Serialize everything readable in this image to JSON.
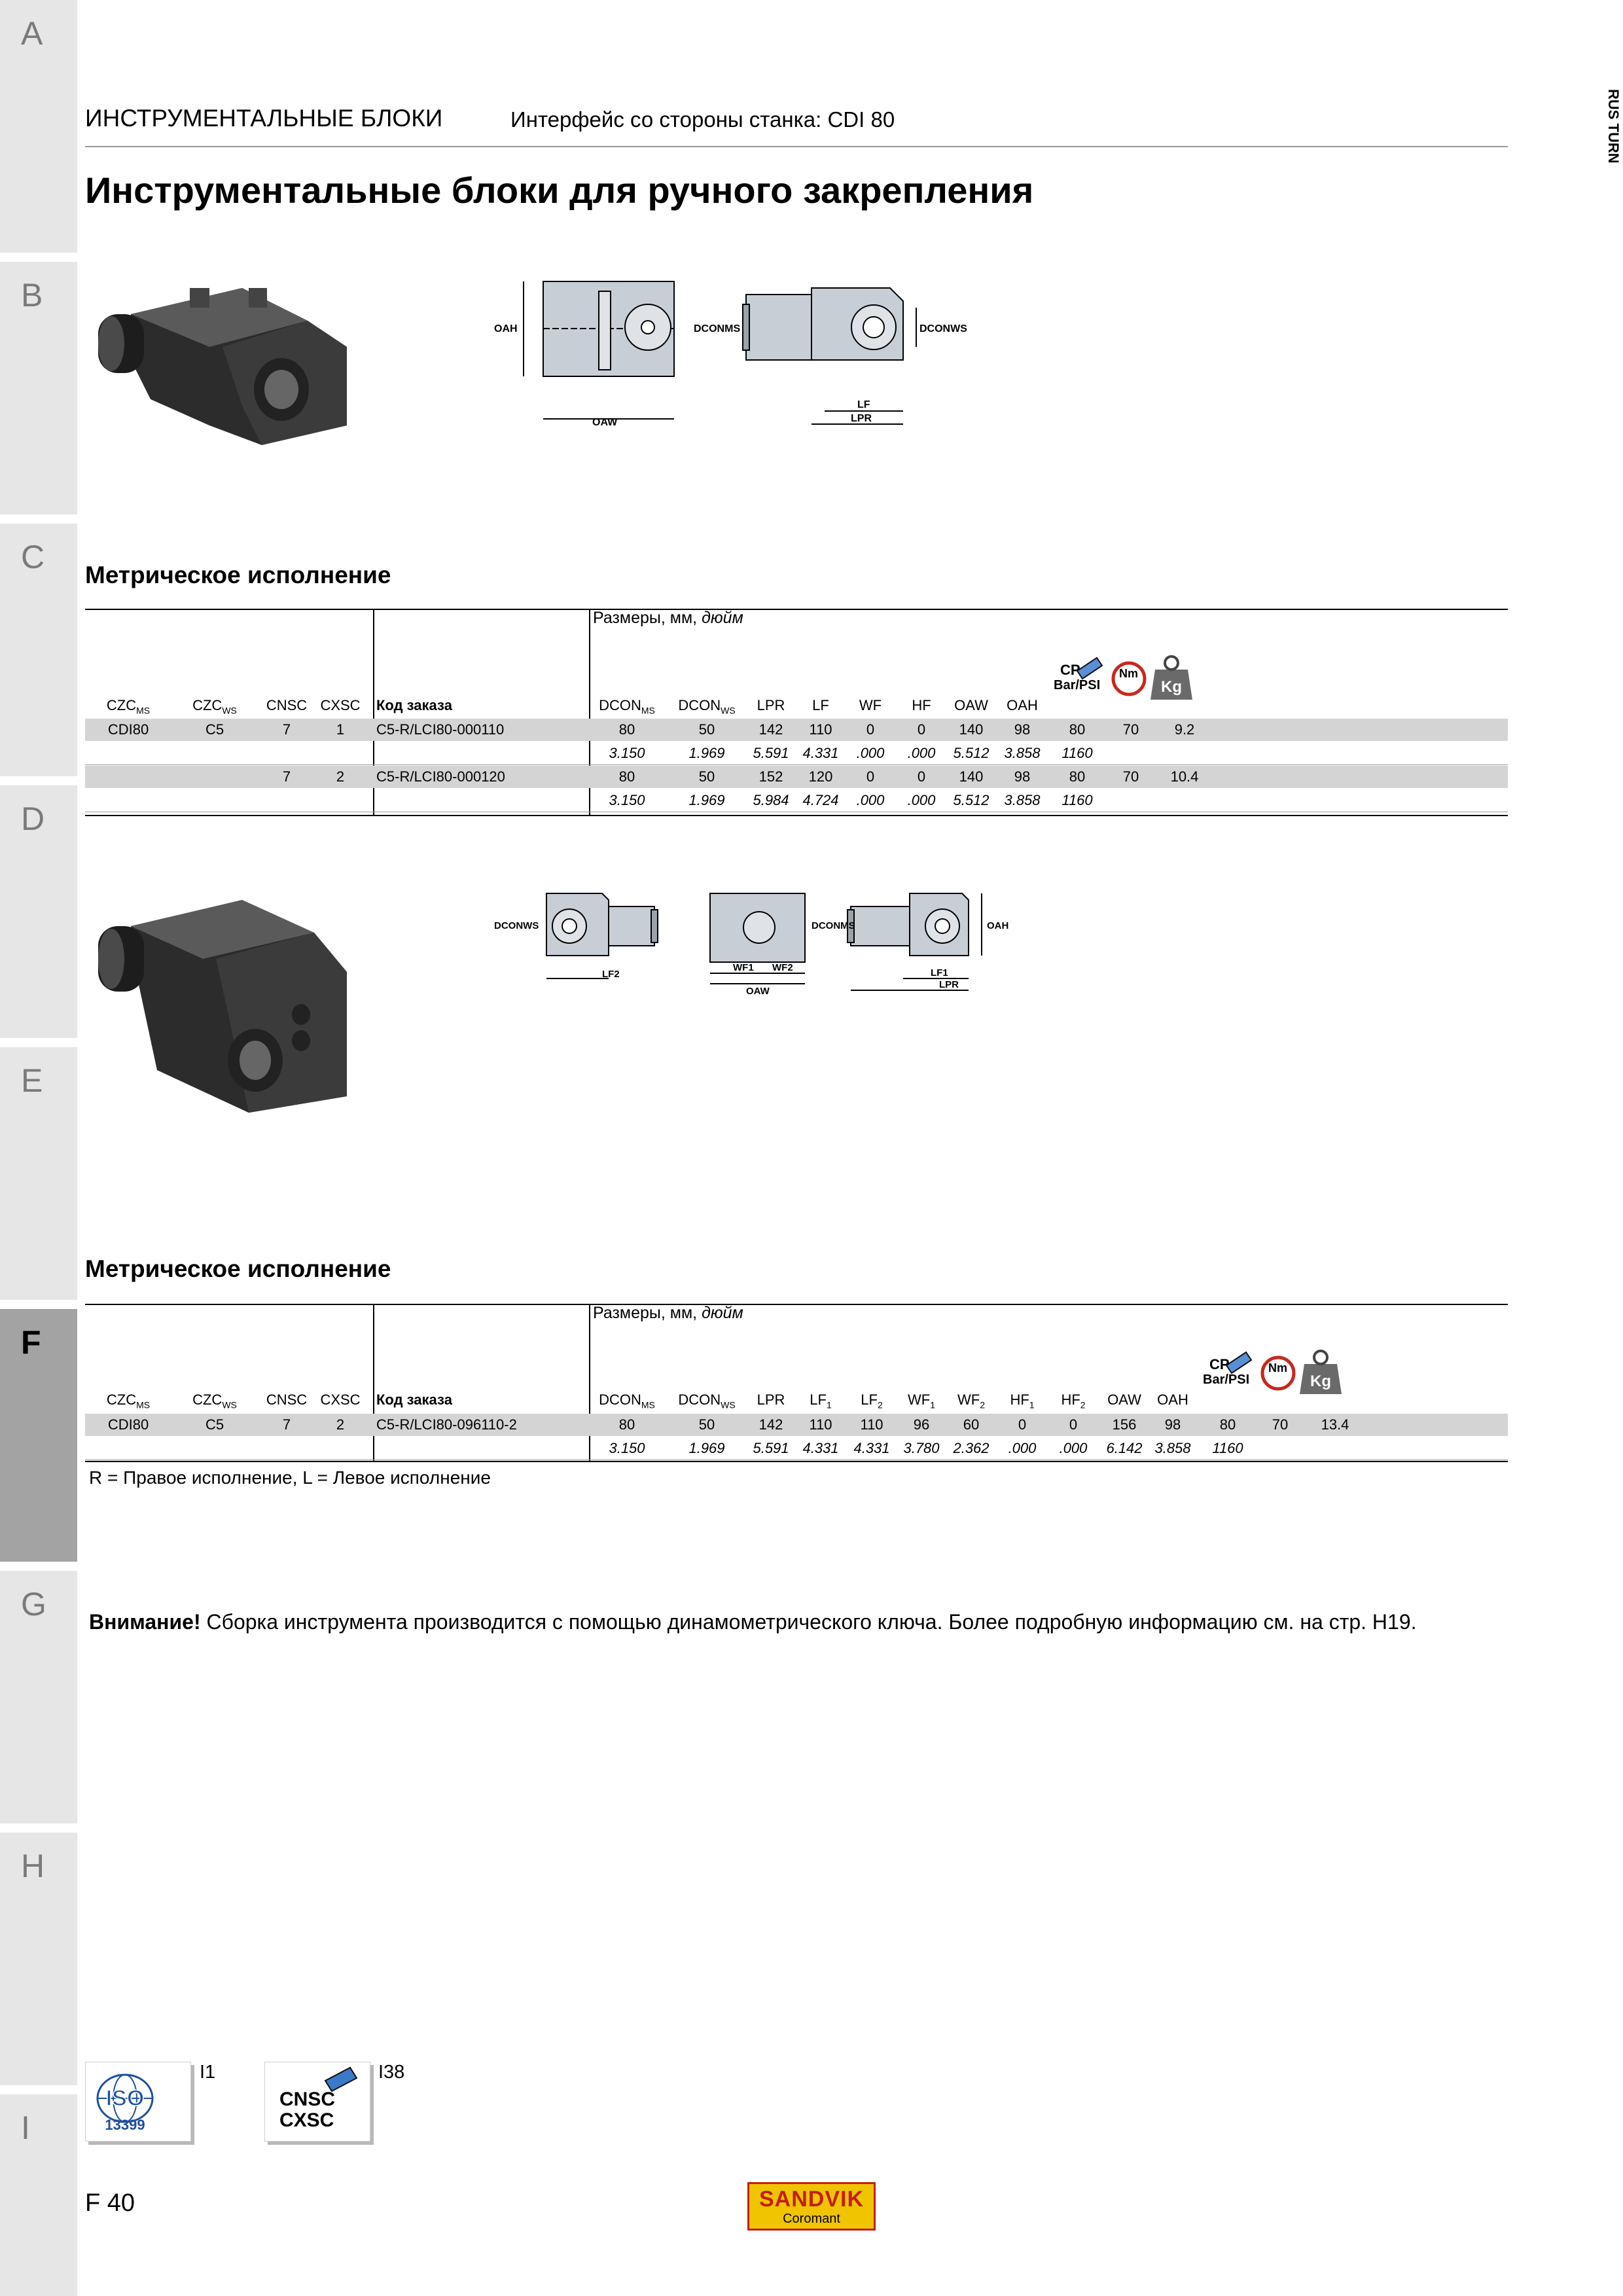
{
  "side_tabs": [
    {
      "letter": "A",
      "active": false
    },
    {
      "letter": "B",
      "active": false
    },
    {
      "letter": "C",
      "active": false
    },
    {
      "letter": "D",
      "active": false
    },
    {
      "letter": "E",
      "active": false
    },
    {
      "letter": "F",
      "active": true
    },
    {
      "letter": "G",
      "active": false
    },
    {
      "letter": "H",
      "active": false
    },
    {
      "letter": "I",
      "active": false
    }
  ],
  "header": {
    "section": "ИНСТРУМЕНТАЛЬНЫЕ БЛОКИ",
    "interface": "Интерфейс со стороны станка: CDI 80",
    "vertical_tag": "RUS TURN"
  },
  "title": "Инструментальные блоки для ручного закрепления",
  "drawing1_labels": {
    "oah": "OAH",
    "oaw": "OAW",
    "dcon_ms": "DCONMS",
    "dcon_ws": "DCONWS",
    "lf": "LF",
    "lpr": "LPR"
  },
  "drawing2_labels": {
    "dcon_ws": "DCONWS",
    "lf2": "LF2",
    "wf1": "WF1",
    "wf2": "WF2",
    "oaw": "OAW",
    "dcon_ms": "DCONMS",
    "lf1": "LF1",
    "lpr": "LPR",
    "oah": "OAH"
  },
  "table1": {
    "section_title": "Метрическое исполнение",
    "dim_caption_plain": "Размеры, мм, ",
    "dim_caption_italic": "дюйм",
    "icon_cp_top": "CP",
    "icon_cp_bottom": "Bar/PSI",
    "icon_nm": "Nm",
    "icon_kg": "Kg",
    "headers": [
      {
        "main": "CZC",
        "sub": "MS"
      },
      {
        "main": "CZC",
        "sub": "WS"
      },
      {
        "main": "CNSC",
        "sub": ""
      },
      {
        "main": "CXSC",
        "sub": ""
      },
      {
        "main": "Код заказа",
        "sub": ""
      },
      {
        "main": "DCON",
        "sub": "MS"
      },
      {
        "main": "DCON",
        "sub": "WS"
      },
      {
        "main": "LPR",
        "sub": ""
      },
      {
        "main": "LF",
        "sub": ""
      },
      {
        "main": "WF",
        "sub": ""
      },
      {
        "main": "HF",
        "sub": ""
      },
      {
        "main": "OAW",
        "sub": ""
      },
      {
        "main": "OAH",
        "sub": ""
      }
    ],
    "rows": [
      {
        "metric": [
          "CDI80",
          "C5",
          "7",
          "1",
          "C5-R/LCI80-000110",
          "80",
          "50",
          "142",
          "110",
          "0",
          "0",
          "140",
          "98",
          "80",
          "70",
          "9.2"
        ],
        "inch": [
          "3.150",
          "1.969",
          "5.591",
          "4.331",
          ".000",
          ".000",
          "5.512",
          "3.858",
          "1160"
        ]
      },
      {
        "metric": [
          "",
          "",
          "7",
          "2",
          "C5-R/LCI80-000120",
          "80",
          "50",
          "152",
          "120",
          "0",
          "0",
          "140",
          "98",
          "80",
          "70",
          "10.4"
        ],
        "inch": [
          "3.150",
          "1.969",
          "5.984",
          "4.724",
          ".000",
          ".000",
          "5.512",
          "3.858",
          "1160"
        ]
      }
    ]
  },
  "table2": {
    "section_title": "Метрическое исполнение",
    "dim_caption_plain": "Размеры, мм, ",
    "dim_caption_italic": "дюйм",
    "icon_cp_top": "CP",
    "icon_cp_bottom": "Bar/PSI",
    "icon_nm": "Nm",
    "icon_kg": "Kg",
    "headers": [
      {
        "main": "CZC",
        "sub": "MS"
      },
      {
        "main": "CZC",
        "sub": "WS"
      },
      {
        "main": "CNSC",
        "sub": ""
      },
      {
        "main": "CXSC",
        "sub": ""
      },
      {
        "main": "Код заказа",
        "sub": ""
      },
      {
        "main": "DCON",
        "sub": "MS"
      },
      {
        "main": "DCON",
        "sub": "WS"
      },
      {
        "main": "LPR",
        "sub": ""
      },
      {
        "main": "LF",
        "sub": "1"
      },
      {
        "main": "LF",
        "sub": "2"
      },
      {
        "main": "WF",
        "sub": "1"
      },
      {
        "main": "WF",
        "sub": "2"
      },
      {
        "main": "HF",
        "sub": "1"
      },
      {
        "main": "HF",
        "sub": "2"
      },
      {
        "main": "OAW",
        "sub": ""
      },
      {
        "main": "OAH",
        "sub": ""
      }
    ],
    "rows": [
      {
        "metric": [
          "CDI80",
          "C5",
          "7",
          "2",
          "C5-R/LCI80-096110-2",
          "80",
          "50",
          "142",
          "110",
          "110",
          "96",
          "60",
          "0",
          "0",
          "156",
          "98",
          "80",
          "70",
          "13.4"
        ],
        "inch": [
          "3.150",
          "1.969",
          "5.591",
          "4.331",
          "4.331",
          "3.780",
          "2.362",
          ".000",
          ".000",
          "6.142",
          "3.858",
          "1160"
        ]
      }
    ]
  },
  "legend_note": "R = Правое исполнение, L = Левое исполнение",
  "attention": {
    "bold": "Внимание!",
    "text": " Сборка инструмента производится с помощью динамометрического ключа. Более подробную информацию см. на стр. H19."
  },
  "refs": [
    {
      "icon_top": "ISO",
      "icon_bottom": "13399",
      "page": "I1"
    },
    {
      "icon_top": "CNSC",
      "icon_bottom": "CXSC",
      "page": "I38"
    }
  ],
  "footer": {
    "page_number": "F 40",
    "logo_line1": "SANDVIK",
    "logo_line2": "Coromant"
  }
}
